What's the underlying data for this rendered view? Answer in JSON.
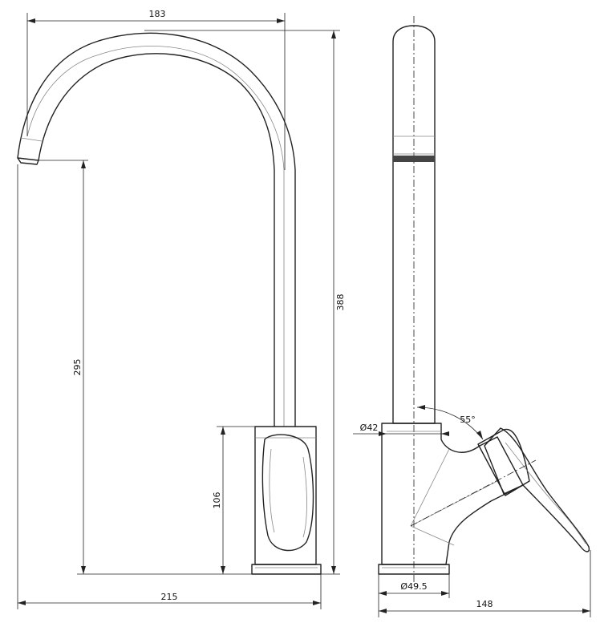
{
  "dimensions": {
    "top_width": "183",
    "total_height": "388",
    "spout_height": "295",
    "body_height": "106",
    "total_width": "215",
    "body_diameter": "Ø42",
    "base_diameter": "Ø49.5",
    "side_depth": "148",
    "lever_angle": "55°"
  }
}
